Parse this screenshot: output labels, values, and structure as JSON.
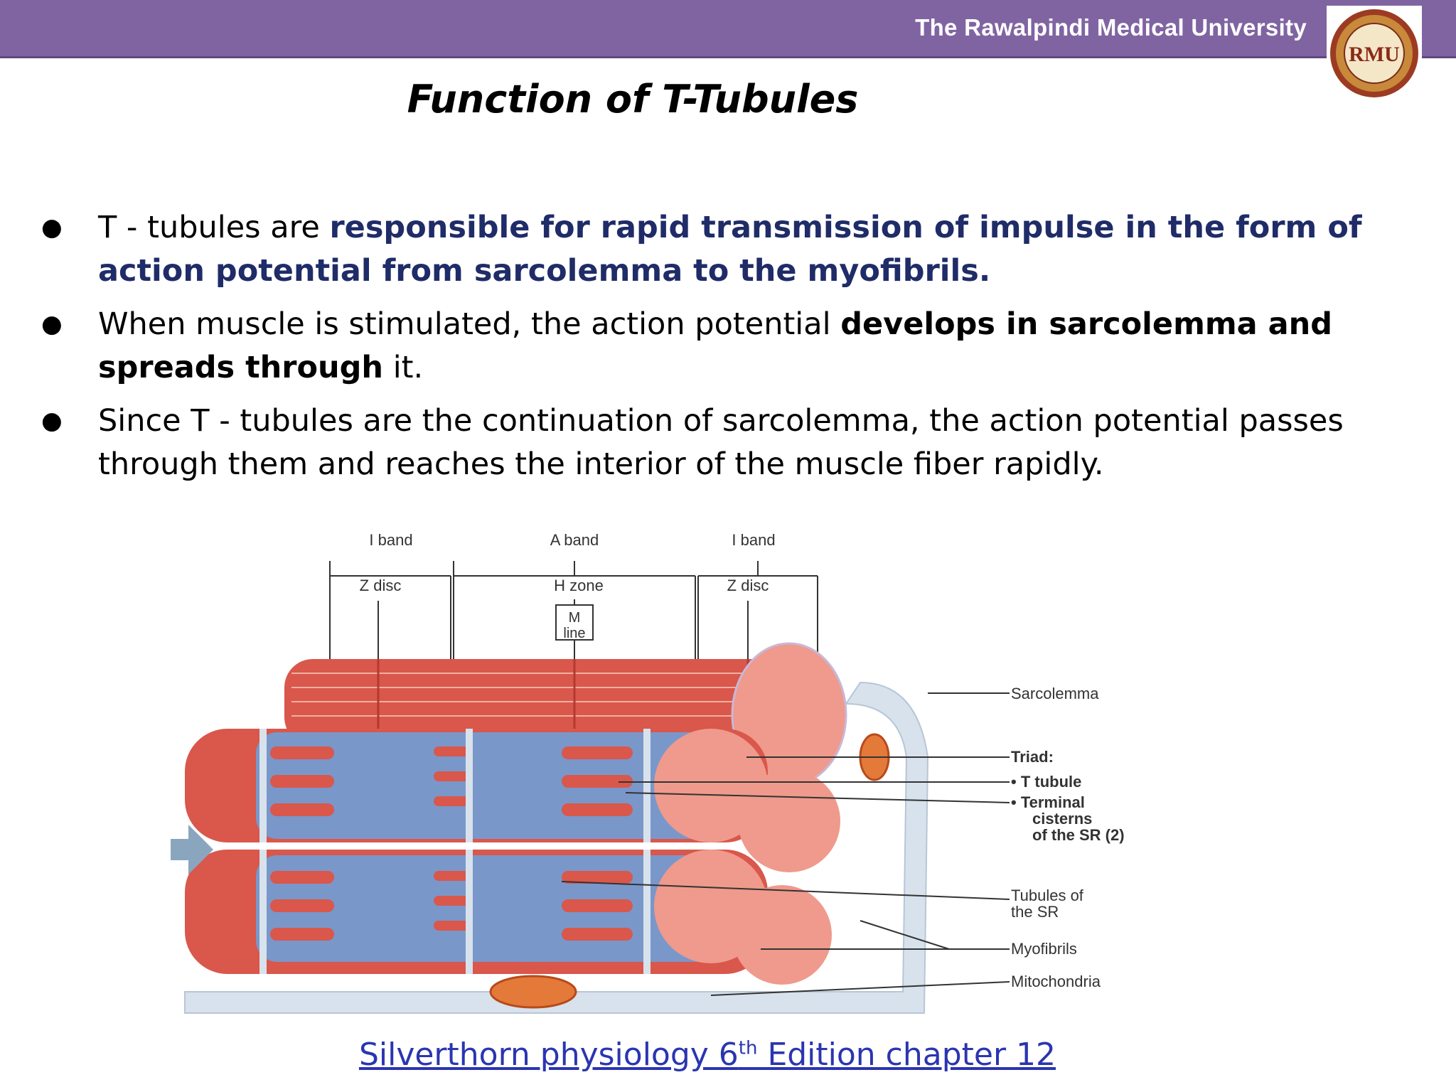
{
  "header": {
    "university": "The Rawalpindi Medical University",
    "logo_text": "RMU"
  },
  "title": "Function of T-Tubules",
  "bullets": [
    {
      "pre": "T - tubules are ",
      "emph": "responsible for rapid transmission of impulse in the form of action potential from sarcolemma to the myofibrils.",
      "post": ""
    },
    {
      "pre": "When muscle is stimulated, the action potential ",
      "emph": "develops in sarcolemma and spreads through",
      "post": " it."
    },
    {
      "pre": "",
      "emph": "",
      "post": "Since T - tubules are the continuation of sarcolemma, the action potential passes through them and reaches the interior of the muscle fiber rapidly."
    }
  ],
  "diagram": {
    "band_labels": {
      "i_band_left": "I band",
      "a_band": "A band",
      "i_band_right": "I band",
      "z_disc_left": "Z disc",
      "h_zone": "H zone",
      "z_disc_right": "Z disc",
      "m_line_1": "M",
      "m_line_2": "line"
    },
    "right_labels": {
      "sarcolemma": "Sarcolemma",
      "triad": "Triad:",
      "t_tubule": "• T tubule",
      "terminal_1": "• Terminal",
      "terminal_2": "cisterns",
      "terminal_3": "of the SR (2)",
      "tubules_1": "Tubules of",
      "tubules_2": "the SR",
      "myofibrils": "Myofibrils",
      "mitochondria": "Mitochondria"
    },
    "colors": {
      "muscle": "#d9574b",
      "muscle_light": "#ef9a8c",
      "sr_blue": "#6f9fd8",
      "sr_dark": "#4a7fc0",
      "membrane": "#d8e2ec"
    }
  },
  "citation": {
    "pre": "Silverthorn physiology 6",
    "sup": "th",
    "post": " Edition chapter 12"
  }
}
